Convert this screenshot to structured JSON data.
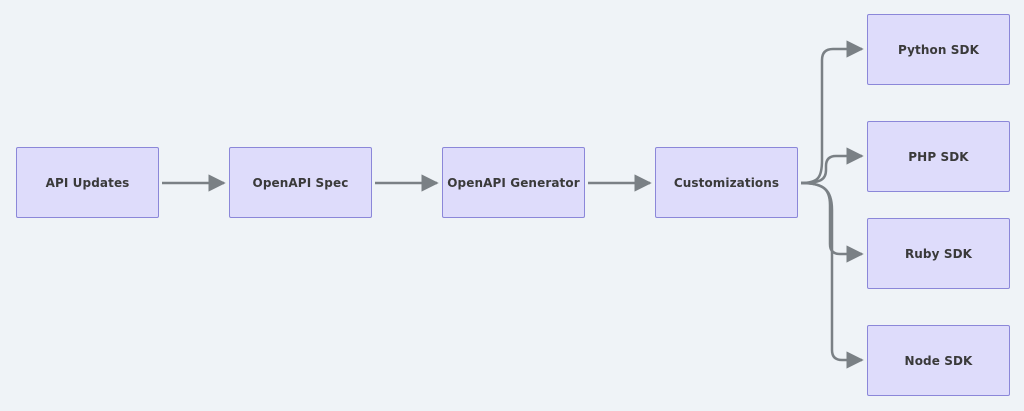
{
  "nodes": {
    "api_updates": "API Updates",
    "openapi_spec": "OpenAPI Spec",
    "openapi_generator": "OpenAPI Generator",
    "customizations": "Customizations",
    "python_sdk": "Python SDK",
    "php_sdk": "PHP SDK",
    "ruby_sdk": "Ruby SDK",
    "node_sdk": "Node SDK"
  },
  "edges": [
    {
      "from": "api_updates",
      "to": "openapi_spec"
    },
    {
      "from": "openapi_spec",
      "to": "openapi_generator"
    },
    {
      "from": "openapi_generator",
      "to": "customizations"
    },
    {
      "from": "customizations",
      "to": "python_sdk"
    },
    {
      "from": "customizations",
      "to": "php_sdk"
    },
    {
      "from": "customizations",
      "to": "ruby_sdk"
    },
    {
      "from": "customizations",
      "to": "node_sdk"
    }
  ],
  "colors": {
    "background": "#eff3f7",
    "node_fill": "#dedcfb",
    "node_border": "#8b87d9",
    "edge": "#7a8085",
    "text": "#3a3a3a"
  }
}
